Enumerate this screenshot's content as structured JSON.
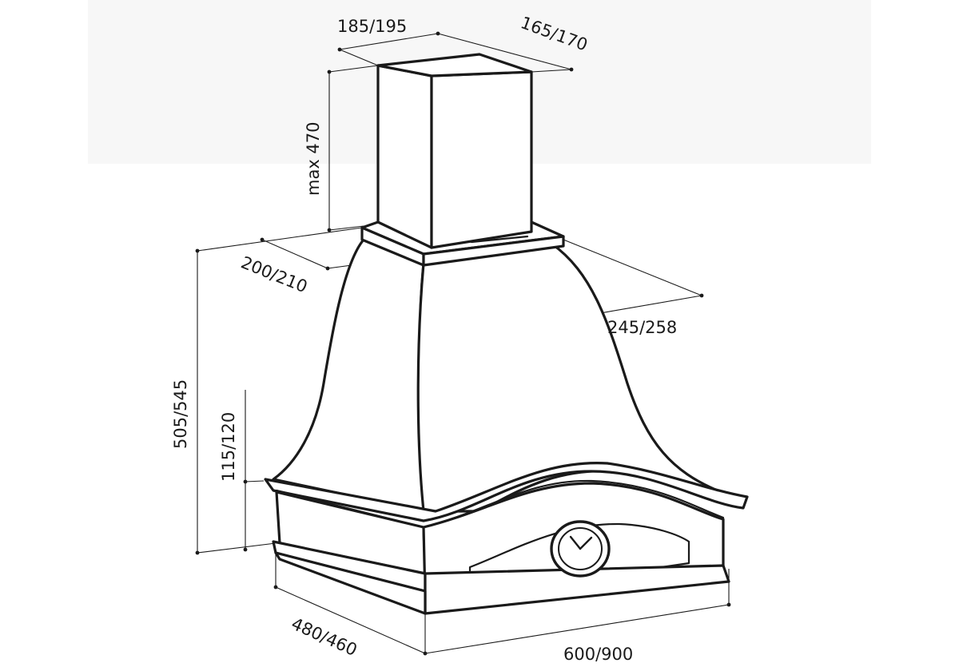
{
  "diagram": {
    "subject": "rustic chimney cooker hood with clock",
    "colors": {
      "line": "#1a1a1a",
      "background": "#ffffff",
      "band": "#f7f7f7"
    }
  },
  "dimensions": {
    "chimney_width": "185/195",
    "chimney_depth": "165/170",
    "chimney_height": "max 470",
    "collar_depth": "200/210",
    "collar_width": "245/258",
    "body_height": "505/545",
    "cornice_height": "115/120",
    "hood_depth": "480/460",
    "hood_width": "600/900"
  }
}
